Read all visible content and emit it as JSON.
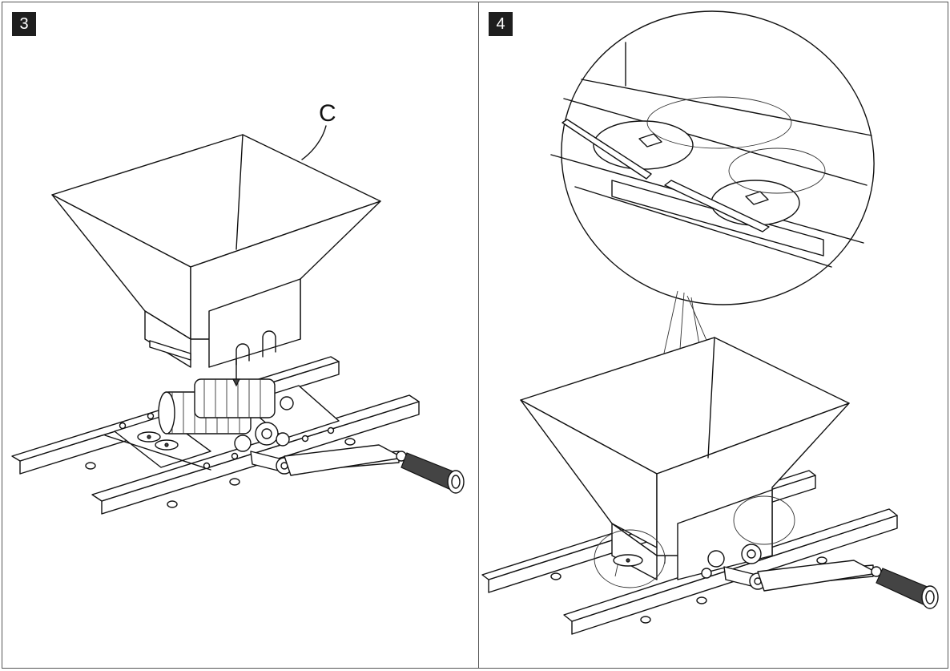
{
  "panels": [
    {
      "step": "3",
      "callout": "C"
    },
    {
      "step": "4"
    }
  ]
}
